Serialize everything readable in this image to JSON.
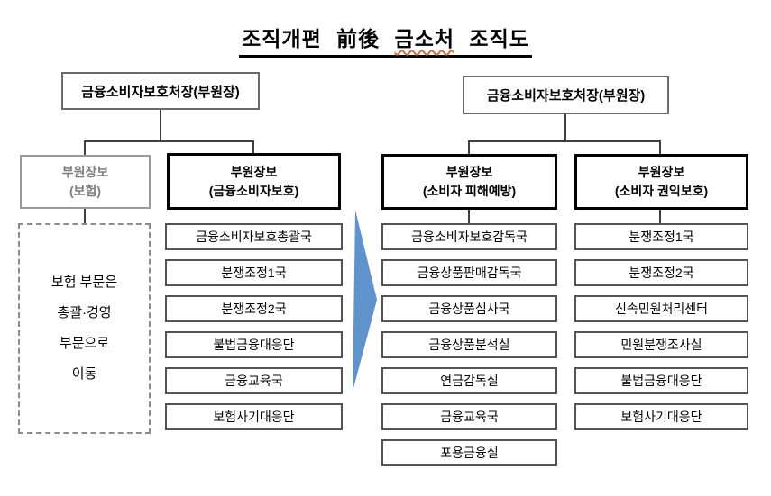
{
  "title": {
    "prefix": "조직개편 前後 ",
    "highlight": "금소처",
    "suffix": " 조직도"
  },
  "colors": {
    "arrow_blue": "#5f93cb",
    "connector_grey": "#3f3f3f",
    "muted_grey_text": "#7d7d7d",
    "misspell_underline": "#cc7143"
  },
  "before": {
    "head": "금융소비자보호처장(부원장)",
    "deputies": [
      {
        "title": "부원장보",
        "subtitle": "(보험)"
      },
      {
        "title": "부원장보",
        "subtitle": "(금융소비자보호)"
      }
    ],
    "note_lines": [
      "보험 부문은",
      "총괄·경영",
      "부문으로",
      "이동"
    ],
    "departments": [
      "금융소비자보호총괄국",
      "분쟁조정1국",
      "분쟁조정2국",
      "불법금융대응단",
      "금융교육국",
      "보험사기대응단"
    ]
  },
  "after": {
    "head": "금융소비자보호처장(부원장)",
    "deputies": [
      {
        "title": "부원장보",
        "subtitle": "(소비자 피해예방)"
      },
      {
        "title": "부원장보",
        "subtitle": "(소비자 권익보호)"
      }
    ],
    "columns": [
      {
        "departments": [
          "금융소비자보호감독국",
          "금융상품판매감독국",
          "금융상품심사국",
          "금융상품분석실",
          "연금감독실",
          "금융교육국",
          "포용금융실"
        ]
      },
      {
        "departments": [
          "분쟁조정1국",
          "분쟁조정2국",
          "신속민원처리센터",
          "민원분쟁조사실",
          "불법금융대응단",
          "보험사기대응단"
        ]
      }
    ]
  }
}
